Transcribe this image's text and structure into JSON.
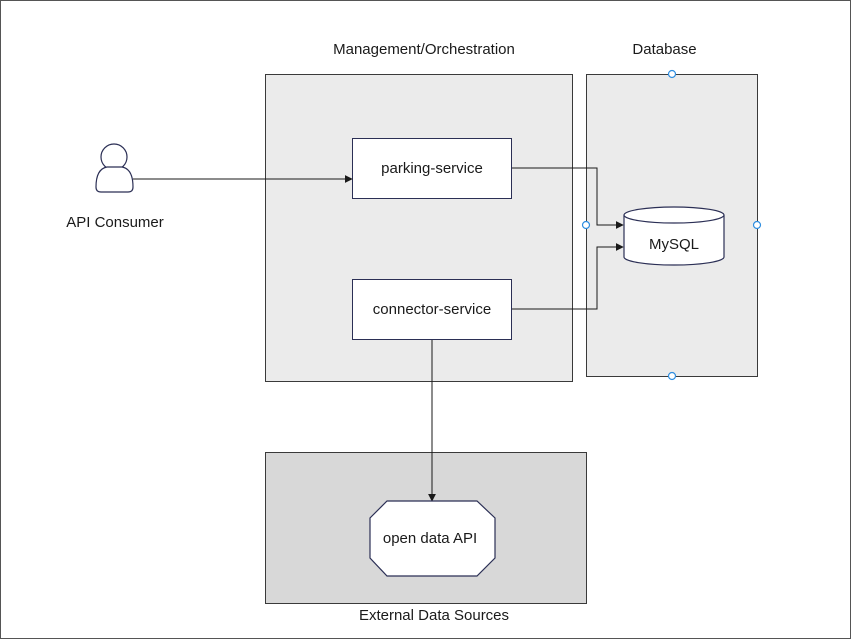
{
  "diagram": {
    "colors": {
      "container_light": "#ebebeb",
      "container_dark": "#d8d8d8",
      "box_border": "#2b2f55",
      "line": "#1a1a1a",
      "handle": "#2f8ee0"
    },
    "actor": {
      "label": "API Consumer",
      "icon": "user-icon"
    },
    "management": {
      "title": "Management/Orchestration",
      "services": [
        "parking-service",
        "connector-service"
      ]
    },
    "database": {
      "title": "Database",
      "store": "MySQL",
      "icon": "database-cylinder-icon"
    },
    "external": {
      "title": "External Data Sources",
      "api": "open data API"
    }
  }
}
